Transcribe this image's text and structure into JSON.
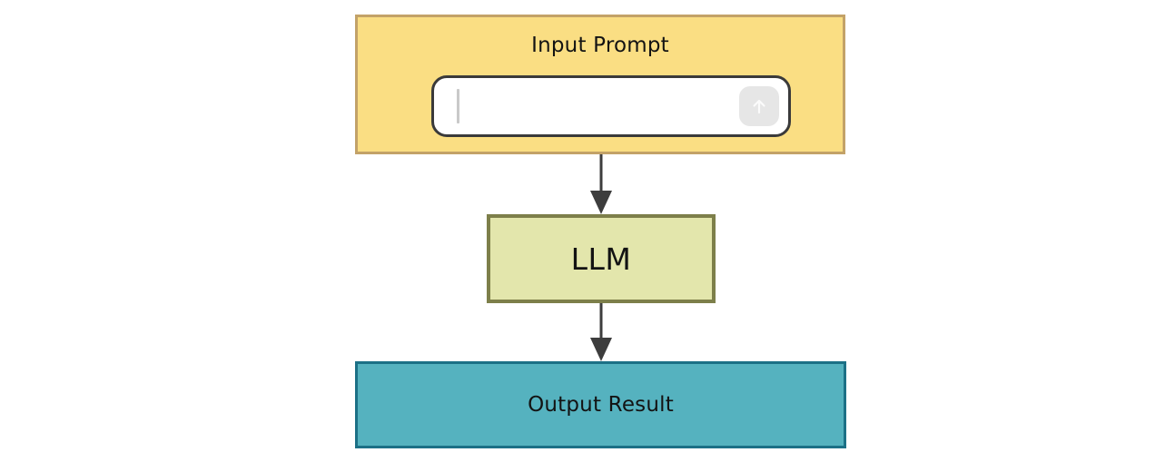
{
  "diagram": {
    "type": "flowchart",
    "orientation": "top-to-bottom",
    "background_color": "#ffffff",
    "nodes": [
      {
        "id": "input-prompt",
        "label": "Input Prompt",
        "fill_color": "#FADE83",
        "border_color": "#C3A268"
      },
      {
        "id": "llm",
        "label": "LLM",
        "fill_color": "#E3E6AC",
        "border_color": "#7D7F4A"
      },
      {
        "id": "output-result",
        "label": "Output Result",
        "fill_color": "#55B2BF",
        "border_color": "#1C7086"
      }
    ],
    "edges": [
      {
        "from": "input-prompt",
        "to": "llm",
        "label": "",
        "color": "#3d3d3d"
      },
      {
        "from": "llm",
        "to": "output-result",
        "label": "",
        "color": "#3d3d3d"
      }
    ]
  },
  "input_prompt": {
    "title": "Input Prompt",
    "field": {
      "value": "",
      "placeholder": "",
      "caret_visible": true,
      "background_color": "#ffffff",
      "border_color": "#3a3a3a"
    },
    "send_button": {
      "icon": "arrow-up-icon",
      "label": "",
      "background_color": "#e6e6e6",
      "icon_color": "#fbfbfb"
    }
  },
  "llm": {
    "label": "LLM"
  },
  "output": {
    "label": "Output Result"
  }
}
